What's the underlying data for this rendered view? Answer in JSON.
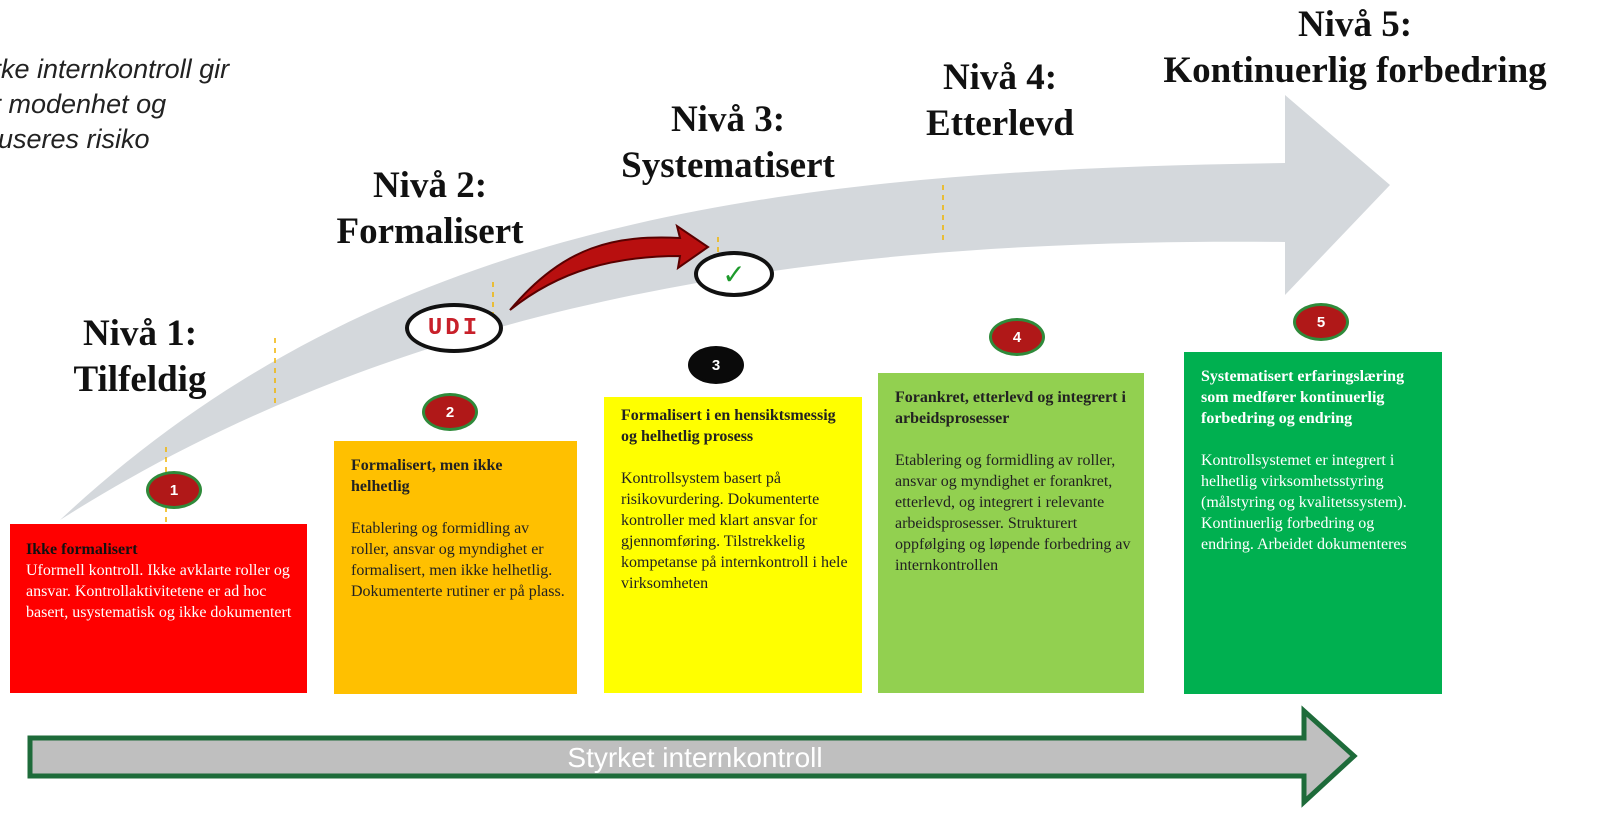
{
  "intro": {
    "lines": [
      "rke internkontroll gir",
      "r modenhet og",
      "luseres risiko"
    ]
  },
  "levels": [
    {
      "title_line1": "Nivå 1:",
      "title_line2": "Tilfeldig",
      "badge": "1",
      "box_title": "Ikke formalisert",
      "box_text": "Uformell kontroll. Ikke avklarte roller og ansvar. Kontrollaktivitetene er ad hoc basert, usystematisk og ikke dokumentert",
      "color": "#ff0000"
    },
    {
      "title_line1": "Nivå 2:",
      "title_line2": "Formalisert",
      "badge": "2",
      "box_title": "Formalisert, men ikke helhetlig",
      "box_text": "Etablering og formidling av roller, ansvar og myndighet er formalisert, men ikke helhetlig. Dokumenterte rutiner er på plass.",
      "color": "#ffc000"
    },
    {
      "title_line1": "Nivå 3:",
      "title_line2": "Systematisert",
      "badge": "3",
      "box_title": "Formalisert i en hensiktsmessig og helhetlig prosess",
      "box_text": "Kontrollsystem basert på risikovurdering. Dokumenterte kontroller med  klart ansvar for gjennomføring. Tilstrekkelig kompetanse på internkontroll i hele virksomheten",
      "color": "#ffff00"
    },
    {
      "title_line1": "Nivå 4:",
      "title_line2": "Etterlevd",
      "badge": "4",
      "box_title": "Forankret, etterlevd og integrert i arbeidsprosesser",
      "box_text": "Etablering og formidling av roller, ansvar og myndighet er forankret, etterlevd, og integrert i relevante arbeidsprosesser. Strukturert oppfølging og løpende forbedring av internkontrollen",
      "color": "#92d050"
    },
    {
      "title_line1": "Nivå 5:",
      "title_line2": "Kontinuerlig forbedring",
      "badge": "5",
      "box_title": "Systematisert erfaringslæring som medfører kontinuerlig forbedring og endring",
      "box_text": "Kontrollsystemet er integrert i helhetlig virksomhetsstyring (målstyring og kvalitetssystem). Kontinuerlig forbedring og endring. Arbeidet dokumenteres",
      "color": "#00b050"
    }
  ],
  "markers": {
    "logo_text": "UDI",
    "check_icon": "checkmark-icon",
    "current_level_arrow_color": "#c00000"
  },
  "bottom_arrow": {
    "label": "Styrket internkontroll",
    "fill": "#bfbfbf",
    "border": "#1e6b3a"
  }
}
